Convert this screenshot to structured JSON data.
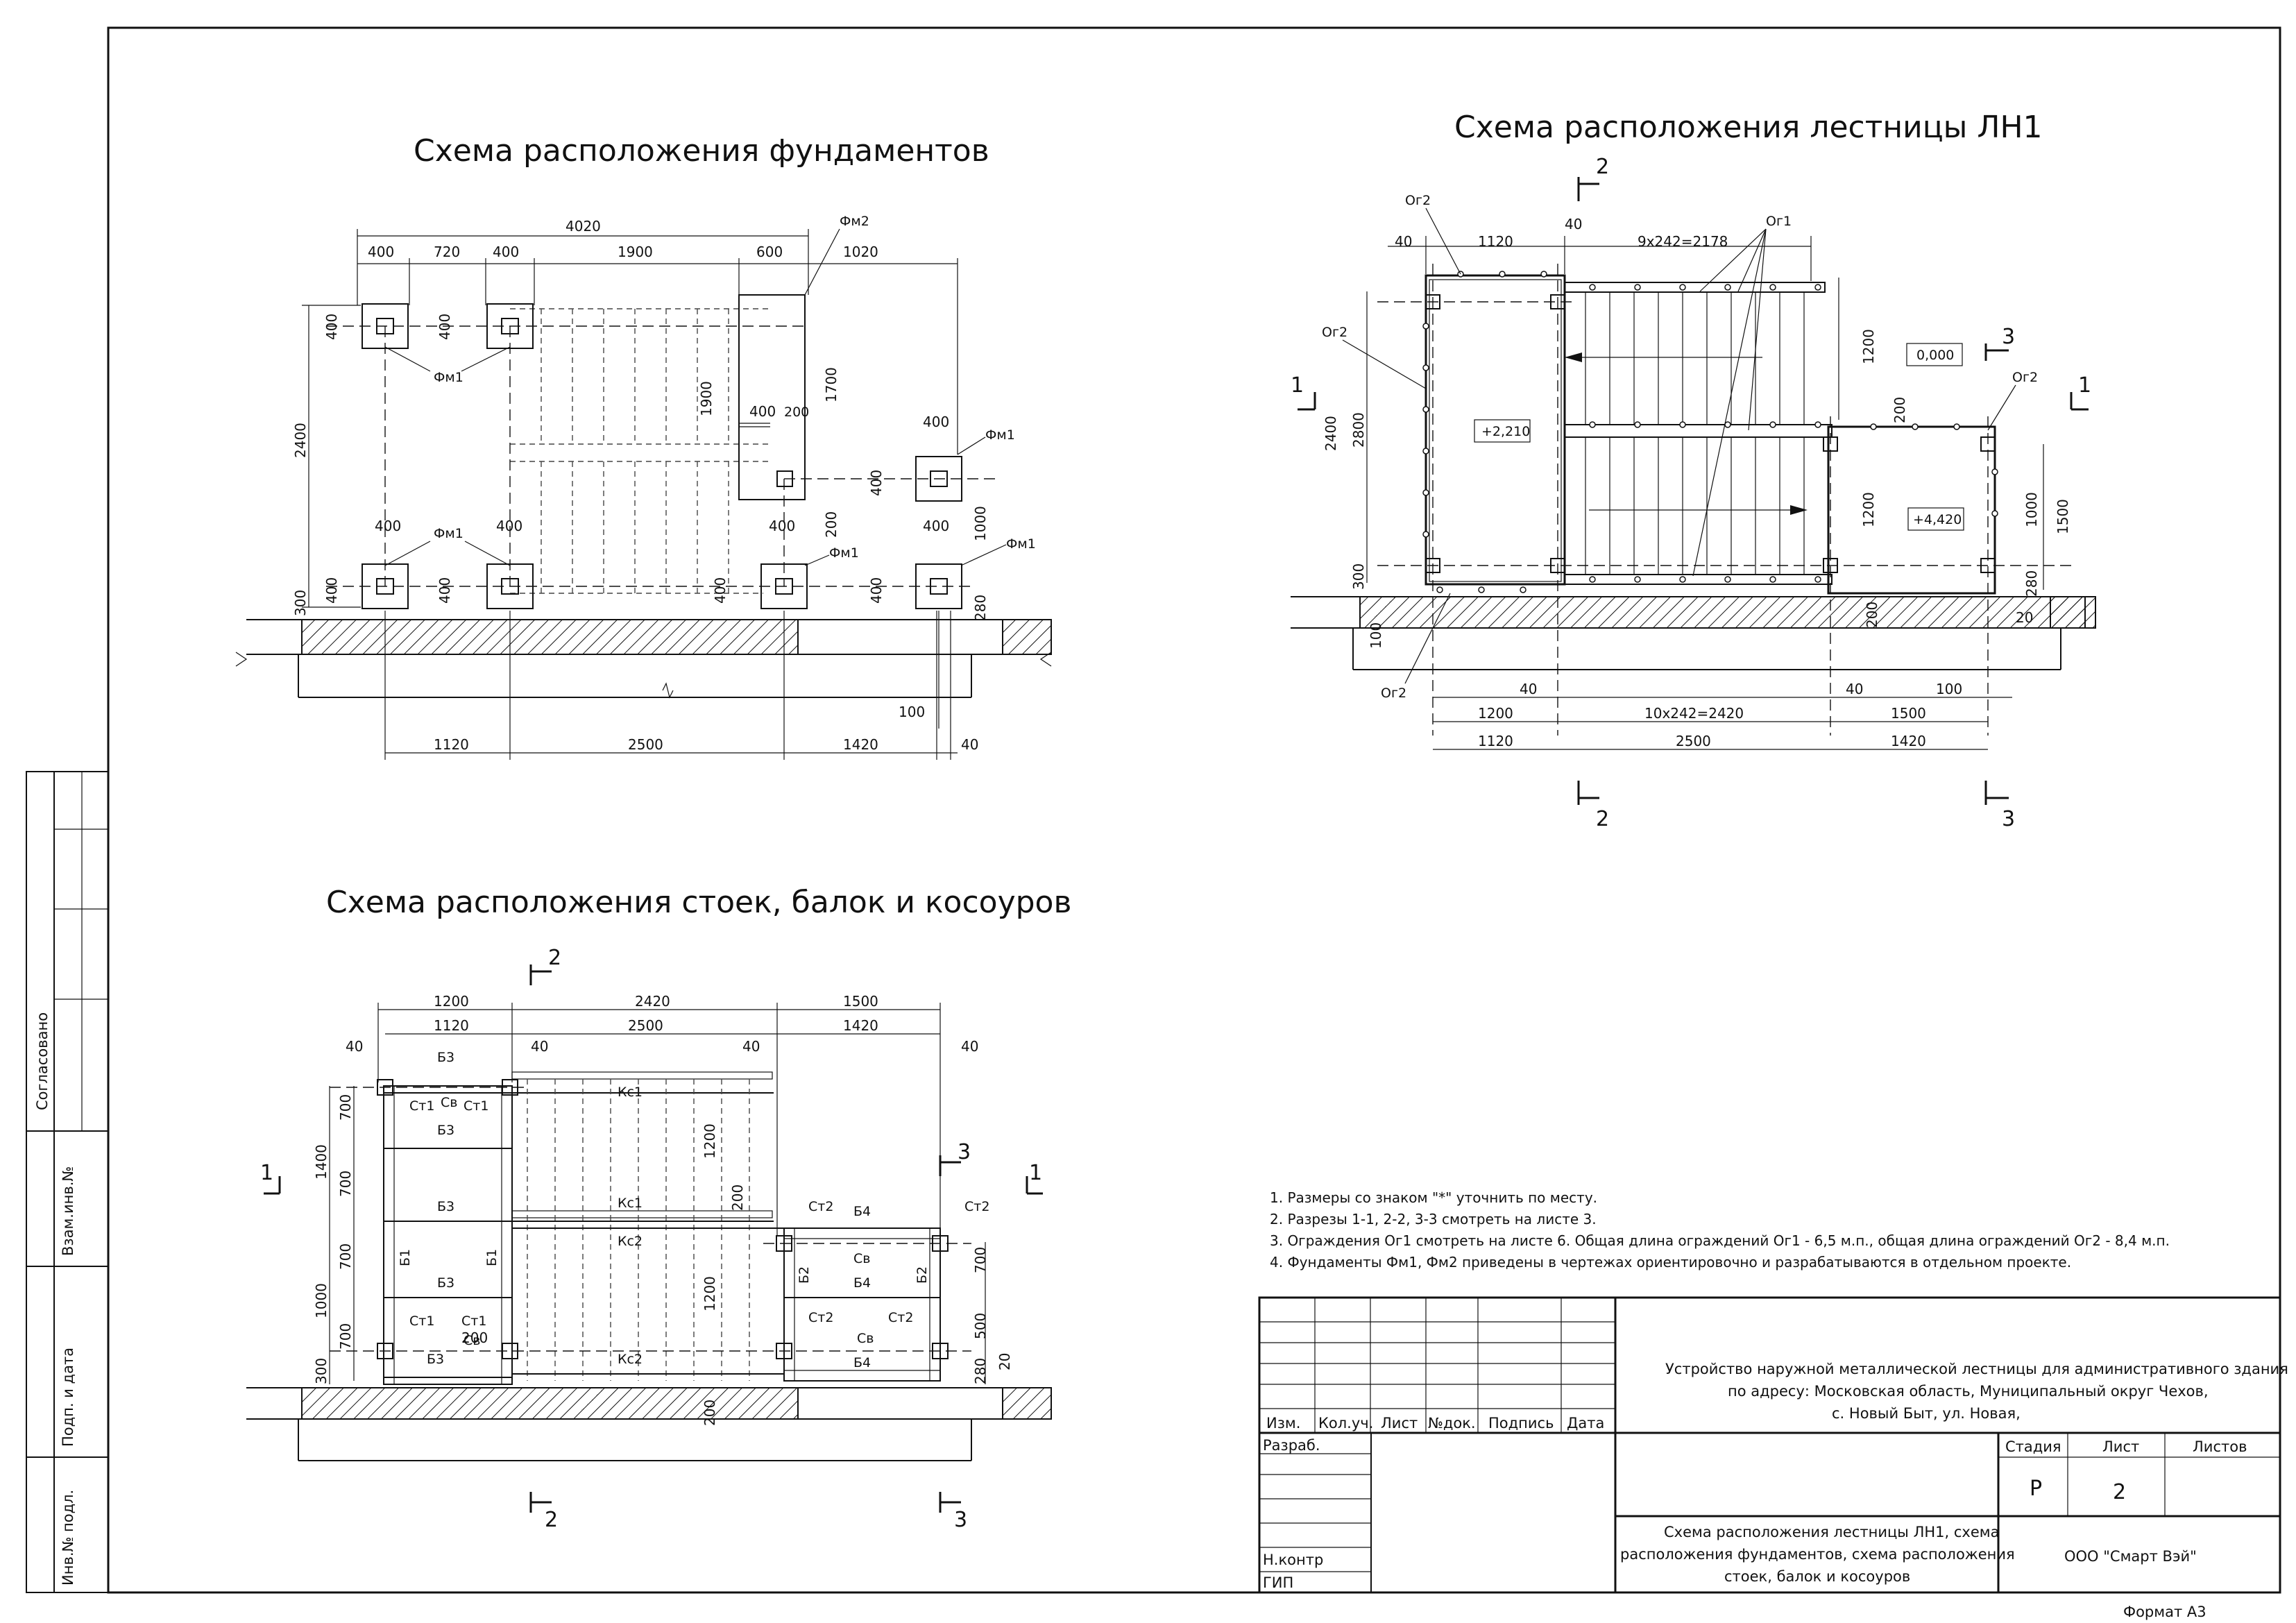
{
  "titles": {
    "foundations": "Схема расположения фундаментов",
    "stair": "Схема расположения лестницы ЛН1",
    "columns": "Схема расположения стоек, балок и косоуров"
  },
  "foundations": {
    "top_dims": [
      "400",
      "720",
      "400",
      "1900",
      "600",
      "1020"
    ],
    "overall": "4020",
    "bottom_dims": [
      "1120",
      "2500",
      "1420",
      "40"
    ],
    "left_dims": [
      "400",
      "2400",
      "400",
      "300"
    ],
    "inner_dims": [
      "400",
      "400",
      "1700",
      "1900",
      "400",
      "200",
      "200",
      "400",
      "1000",
      "400",
      "400",
      "280",
      "100",
      "400",
      "400",
      "400",
      "400",
      "400"
    ],
    "labels": [
      "Фм1",
      "Фм1",
      "Фм1",
      "Фм1",
      "Фм2",
      "Фм1"
    ]
  },
  "stair": {
    "top_dims": [
      "40",
      "1120",
      "40",
      "9x242=2178"
    ],
    "bottom_dims_1": [
      "40",
      "40",
      "100"
    ],
    "bottom_dims_2": [
      "1200",
      "10x242=2420",
      "1500"
    ],
    "bottom_dims_3": [
      "1120",
      "2500",
      "1420"
    ],
    "left_dims": [
      "2800",
      "2400",
      "300",
      "100"
    ],
    "right_dims": [
      "1200",
      "200",
      "1200",
      "1000",
      "1500",
      "280",
      "20",
      "200"
    ],
    "elevations": [
      "0,000",
      "+2,210",
      "+4,420"
    ],
    "labels": [
      "Ог2",
      "Ог1",
      "Ог2",
      "Ог2",
      "Ог2"
    ],
    "sections": [
      "1",
      "1",
      "2",
      "2",
      "3",
      "3"
    ]
  },
  "columns": {
    "top_dims_1": [
      "1200",
      "2420",
      "1500"
    ],
    "top_dims_2": [
      "1120",
      "2500",
      "1420"
    ],
    "top_dims_3": [
      "40",
      "40",
      "40",
      "40"
    ],
    "left_dims": [
      "700",
      "1400",
      "700",
      "700",
      "1000",
      "700",
      "300"
    ],
    "right_dims": [
      "700",
      "500",
      "280",
      "20",
      "1200",
      "1200",
      "200",
      "200",
      "200"
    ],
    "labels": [
      "Б3",
      "Б3",
      "Б3",
      "Б3",
      "Б3",
      "Ст1",
      "Св",
      "Ст1",
      "Кс1",
      "Кс1",
      "Кс2",
      "Кс2",
      "Б1",
      "Б1",
      "Ст1",
      "Ст1",
      "Св",
      "Ст2",
      "Б4",
      "Ст2",
      "Св",
      "Б2",
      "Б2",
      "Б4",
      "Ст2",
      "Св",
      "Ст2",
      "Б4"
    ],
    "sections": [
      "1",
      "1",
      "2",
      "2",
      "3",
      "3"
    ]
  },
  "notes": [
    "1. Размеры со знаком \"*\" уточнить по месту.",
    "2. Разрезы 1-1, 2-2, 3-3 смотреть на листе 3.",
    "3. Ограждения Ог1 смотреть на листе 6. Общая длина ограждений Ог1 - 6,5 м.п., общая длина ограждений Ог2 - 8,4 м.п.",
    "4. Фундаменты Фм1, Фм2 приведены в чертежах ориентировочно и разрабатываются в отдельном проекте."
  ],
  "side_stamp": [
    "Согласовано",
    "Взам.инв.№",
    "Подп. и дата",
    "Инв.№ подл."
  ],
  "title_block": {
    "project": [
      "Устройство наружной металлической лестницы для административного здания",
      "по адресу: Московская область, Муниципальный округ Чехов,",
      "с. Новый Быт, ул. Новая,"
    ],
    "headers": [
      "Изм.",
      "Кол.уч.",
      "Лист",
      "№док.",
      "Подпись",
      "Дата"
    ],
    "roles": [
      "Разраб.",
      "Н.контр",
      "ГИП"
    ],
    "stage_headers": [
      "Стадия",
      "Лист",
      "Листов"
    ],
    "stage": "Р",
    "sheet": "2",
    "sheet_name": [
      "Схема расположения лестницы ЛН1, схема",
      "расположения фундаментов, схема расположения",
      "стоек, балок и косоуров"
    ],
    "company": "ООО \"Смарт Вэй\"",
    "format": "Формат  А3"
  }
}
